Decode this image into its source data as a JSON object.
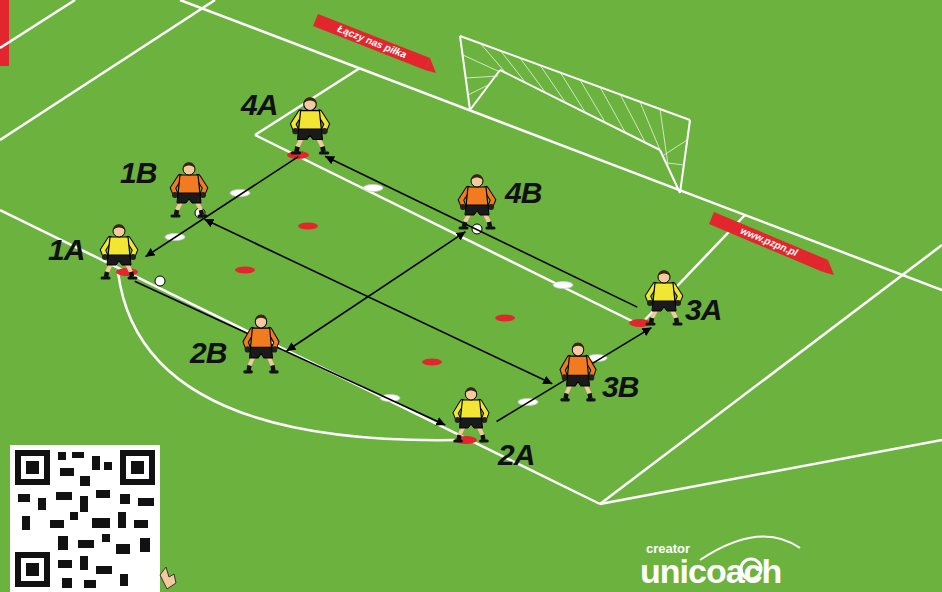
{
  "diagram": {
    "nodes": [
      {
        "text": [
          "1A"
        ]
      },
      {
        "text": [
          "1B"
        ]
      },
      {
        "text": [
          "2A"
        ]
      },
      {
        "text": [
          "2B"
        ]
      },
      {
        "text": [
          "3A"
        ]
      },
      {
        "text": [
          "3B"
        ]
      },
      {
        "text": [
          "4A"
        ]
      },
      {
        "text": [
          "4B"
        ]
      }
    ],
    "edges": [
      {
        "from": 6,
        "to": 0,
        "arrow": "to"
      },
      {
        "from": 0,
        "to": 2,
        "arrow": "to"
      },
      {
        "from": 2,
        "to": 4,
        "arrow": "to"
      },
      {
        "from": 4,
        "to": 6,
        "arrow": "to"
      },
      {
        "from": 1,
        "to": 5,
        "arrow": "both"
      },
      {
        "from": 3,
        "to": 7,
        "arrow": "both"
      }
    ],
    "labels": [
      "Łączy nas piłka",
      "www.pzpn.pl",
      "creator",
      "unicoach"
    ]
  }
}
